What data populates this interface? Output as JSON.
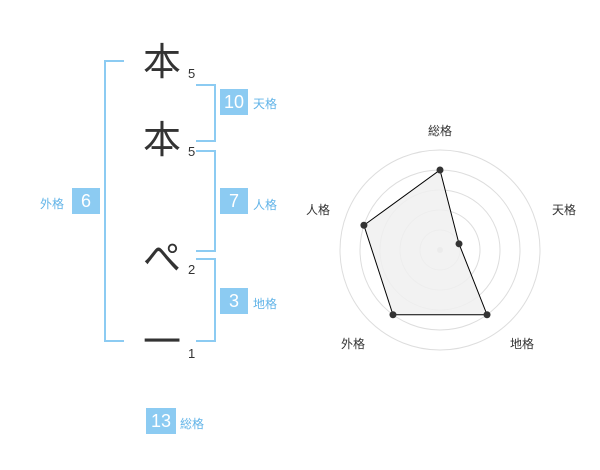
{
  "name_characters": [
    {
      "char": "本",
      "strokes": "5"
    },
    {
      "char": "本",
      "strokes": "5"
    },
    {
      "char": "ぺ",
      "strokes": "2"
    },
    {
      "char": "一",
      "strokes": "1"
    }
  ],
  "fortune": {
    "tenkaku": {
      "label": "天格",
      "value": "10"
    },
    "jinkaku": {
      "label": "人格",
      "value": "7"
    },
    "chikaku": {
      "label": "地格",
      "value": "3"
    },
    "gaikaku": {
      "label": "外格",
      "value": "6"
    },
    "soukaku": {
      "label": "総格",
      "value": "13"
    }
  },
  "chart_data": {
    "type": "radar",
    "axes": [
      "総格",
      "天格",
      "地格",
      "外格",
      "人格"
    ],
    "values": [
      4,
      1,
      4,
      4,
      4
    ],
    "range": [
      0,
      5
    ],
    "rings": 5,
    "colors": {
      "fill": "#f0f0f0",
      "line": "#000000",
      "point": "#333333",
      "grid": "#dddddd",
      "center": "#cccccc"
    }
  }
}
